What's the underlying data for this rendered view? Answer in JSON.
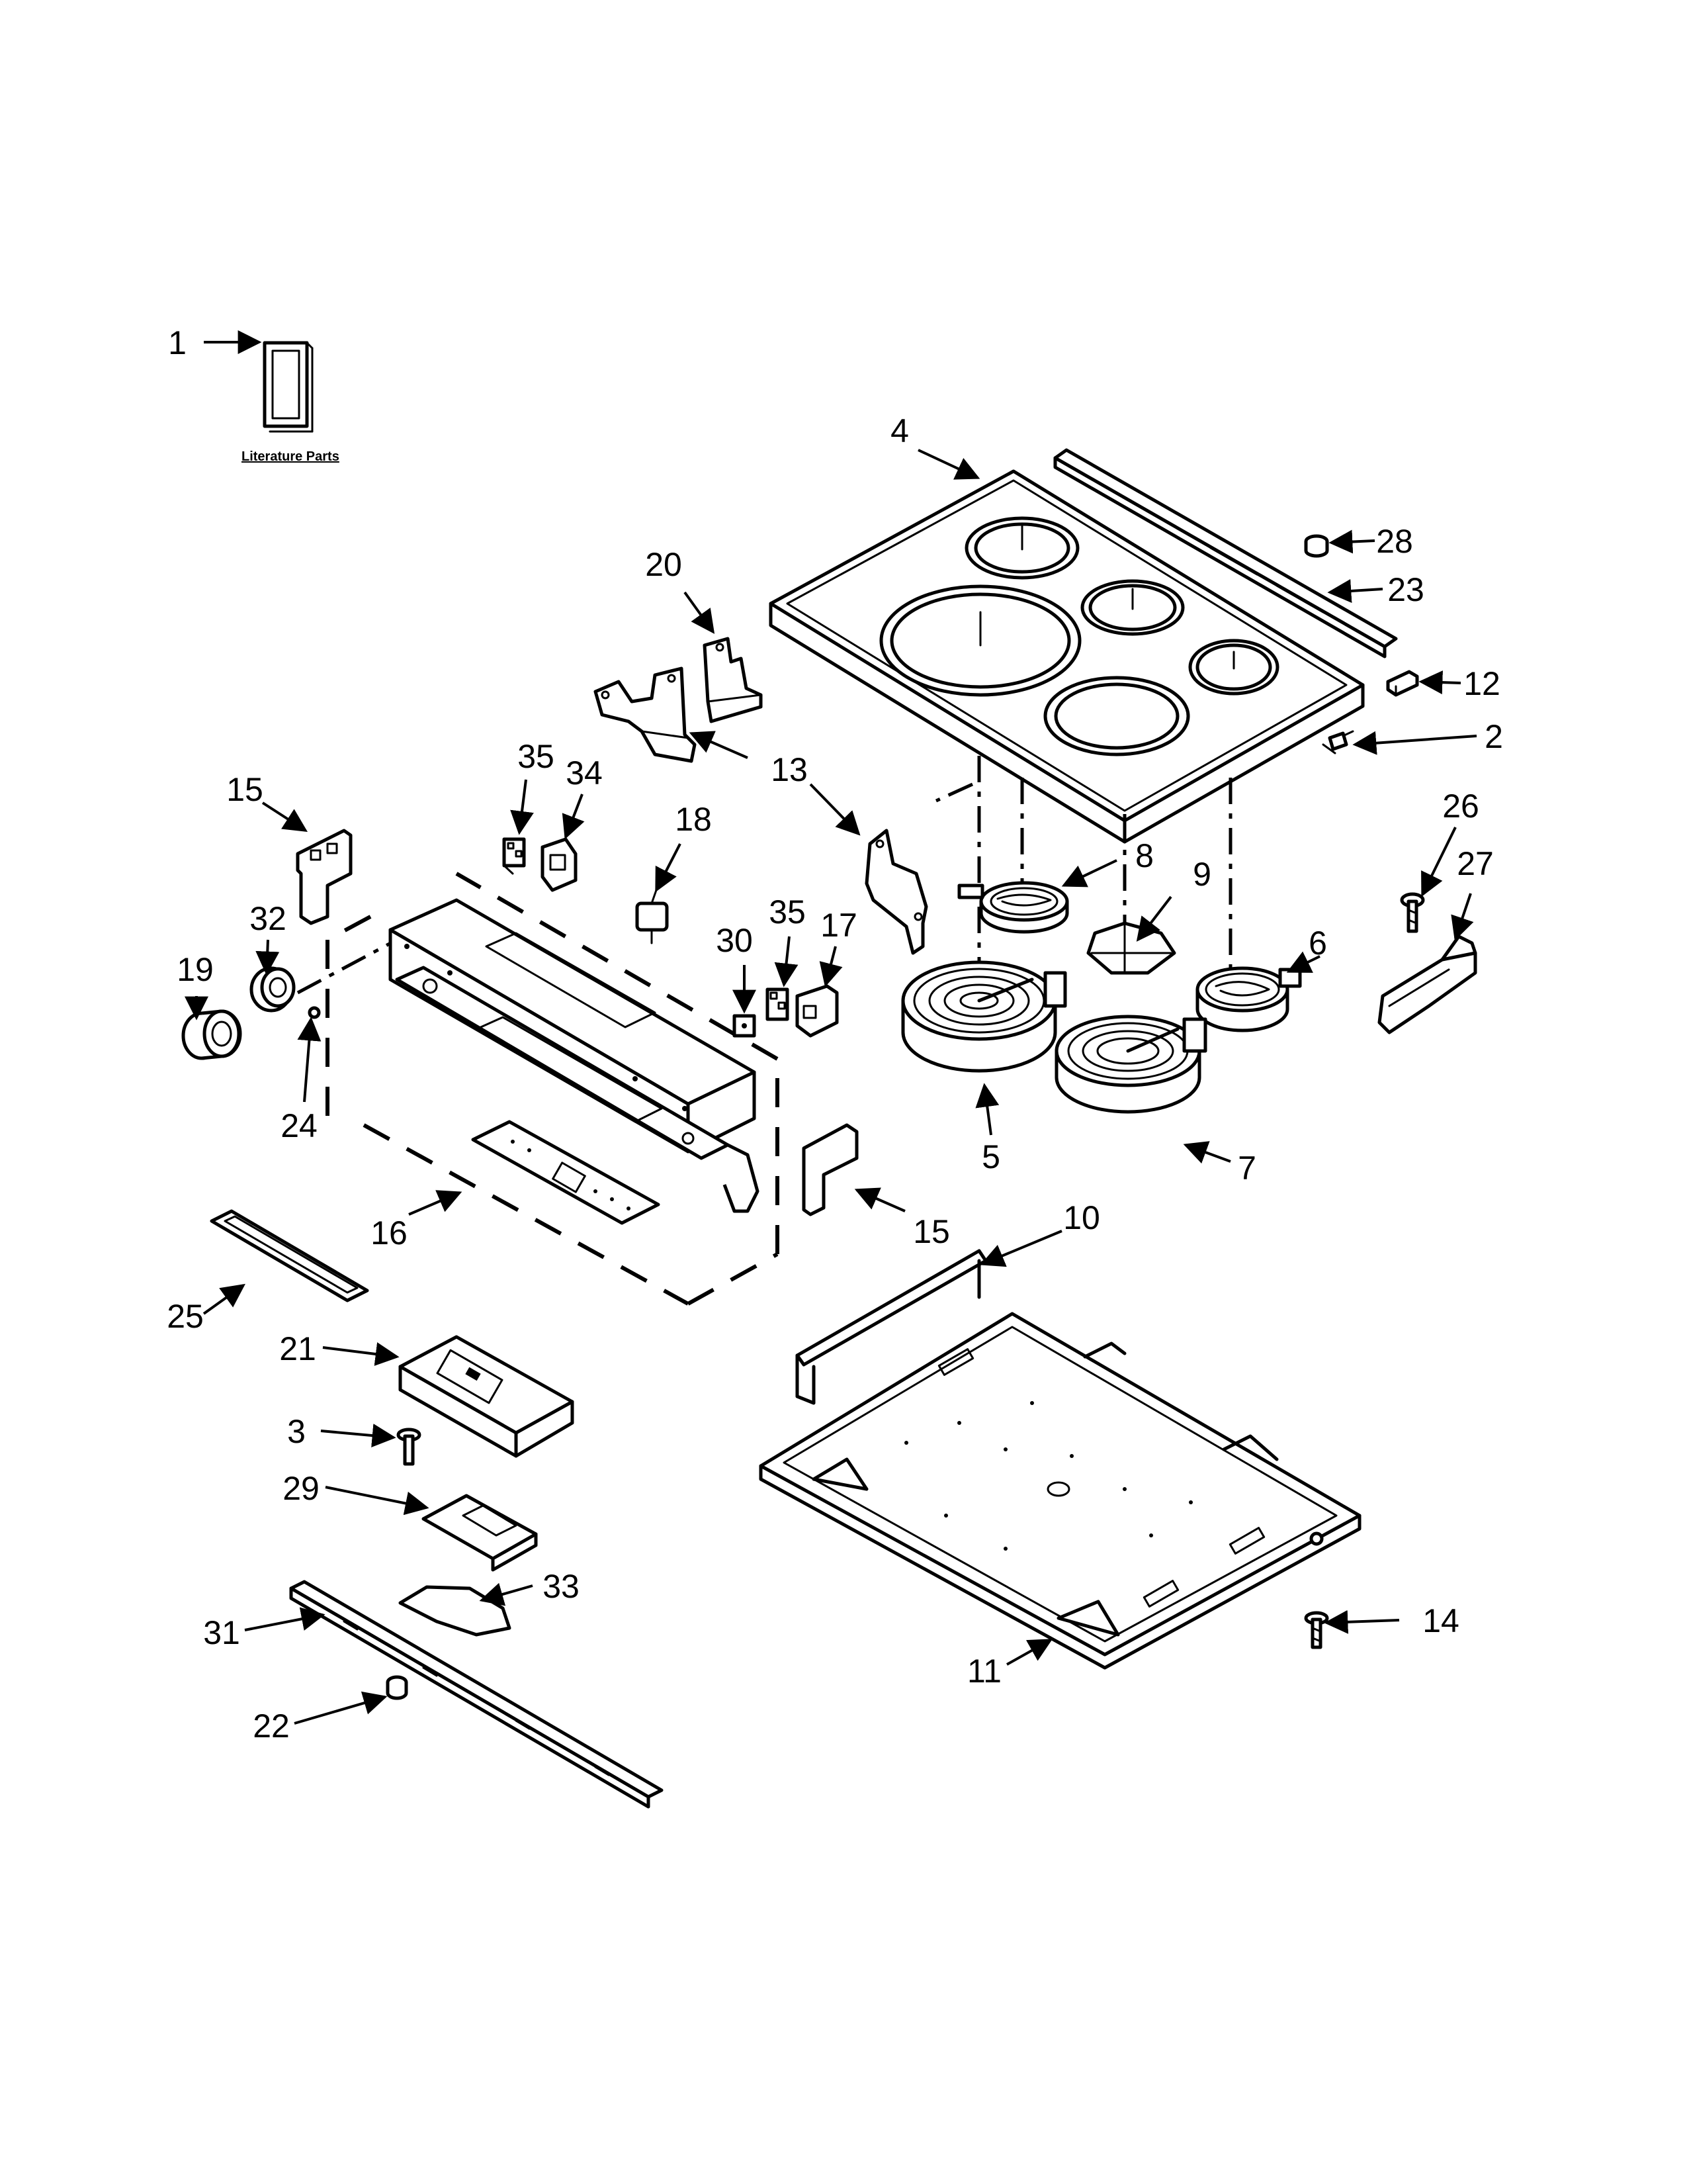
{
  "literature_label": "Literature Parts",
  "callouts": {
    "c1": "1",
    "c2": "2",
    "c3": "3",
    "c4": "4",
    "c5": "5",
    "c6": "6",
    "c7": "7",
    "c8": "8",
    "c9": "9",
    "c10": "10",
    "c11": "11",
    "c12": "12",
    "c13": "13",
    "c14": "14",
    "c15a": "15",
    "c15b": "15",
    "c16": "16",
    "c17": "17",
    "c18": "18",
    "c19": "19",
    "c20": "20",
    "c21": "21",
    "c22": "22",
    "c23": "23",
    "c24": "24",
    "c25": "25",
    "c26": "26",
    "c27": "27",
    "c28": "28",
    "c29": "29",
    "c30": "30",
    "c31": "31",
    "c32": "32",
    "c33": "33",
    "c34": "34",
    "c35a": "35",
    "c35b": "35"
  }
}
